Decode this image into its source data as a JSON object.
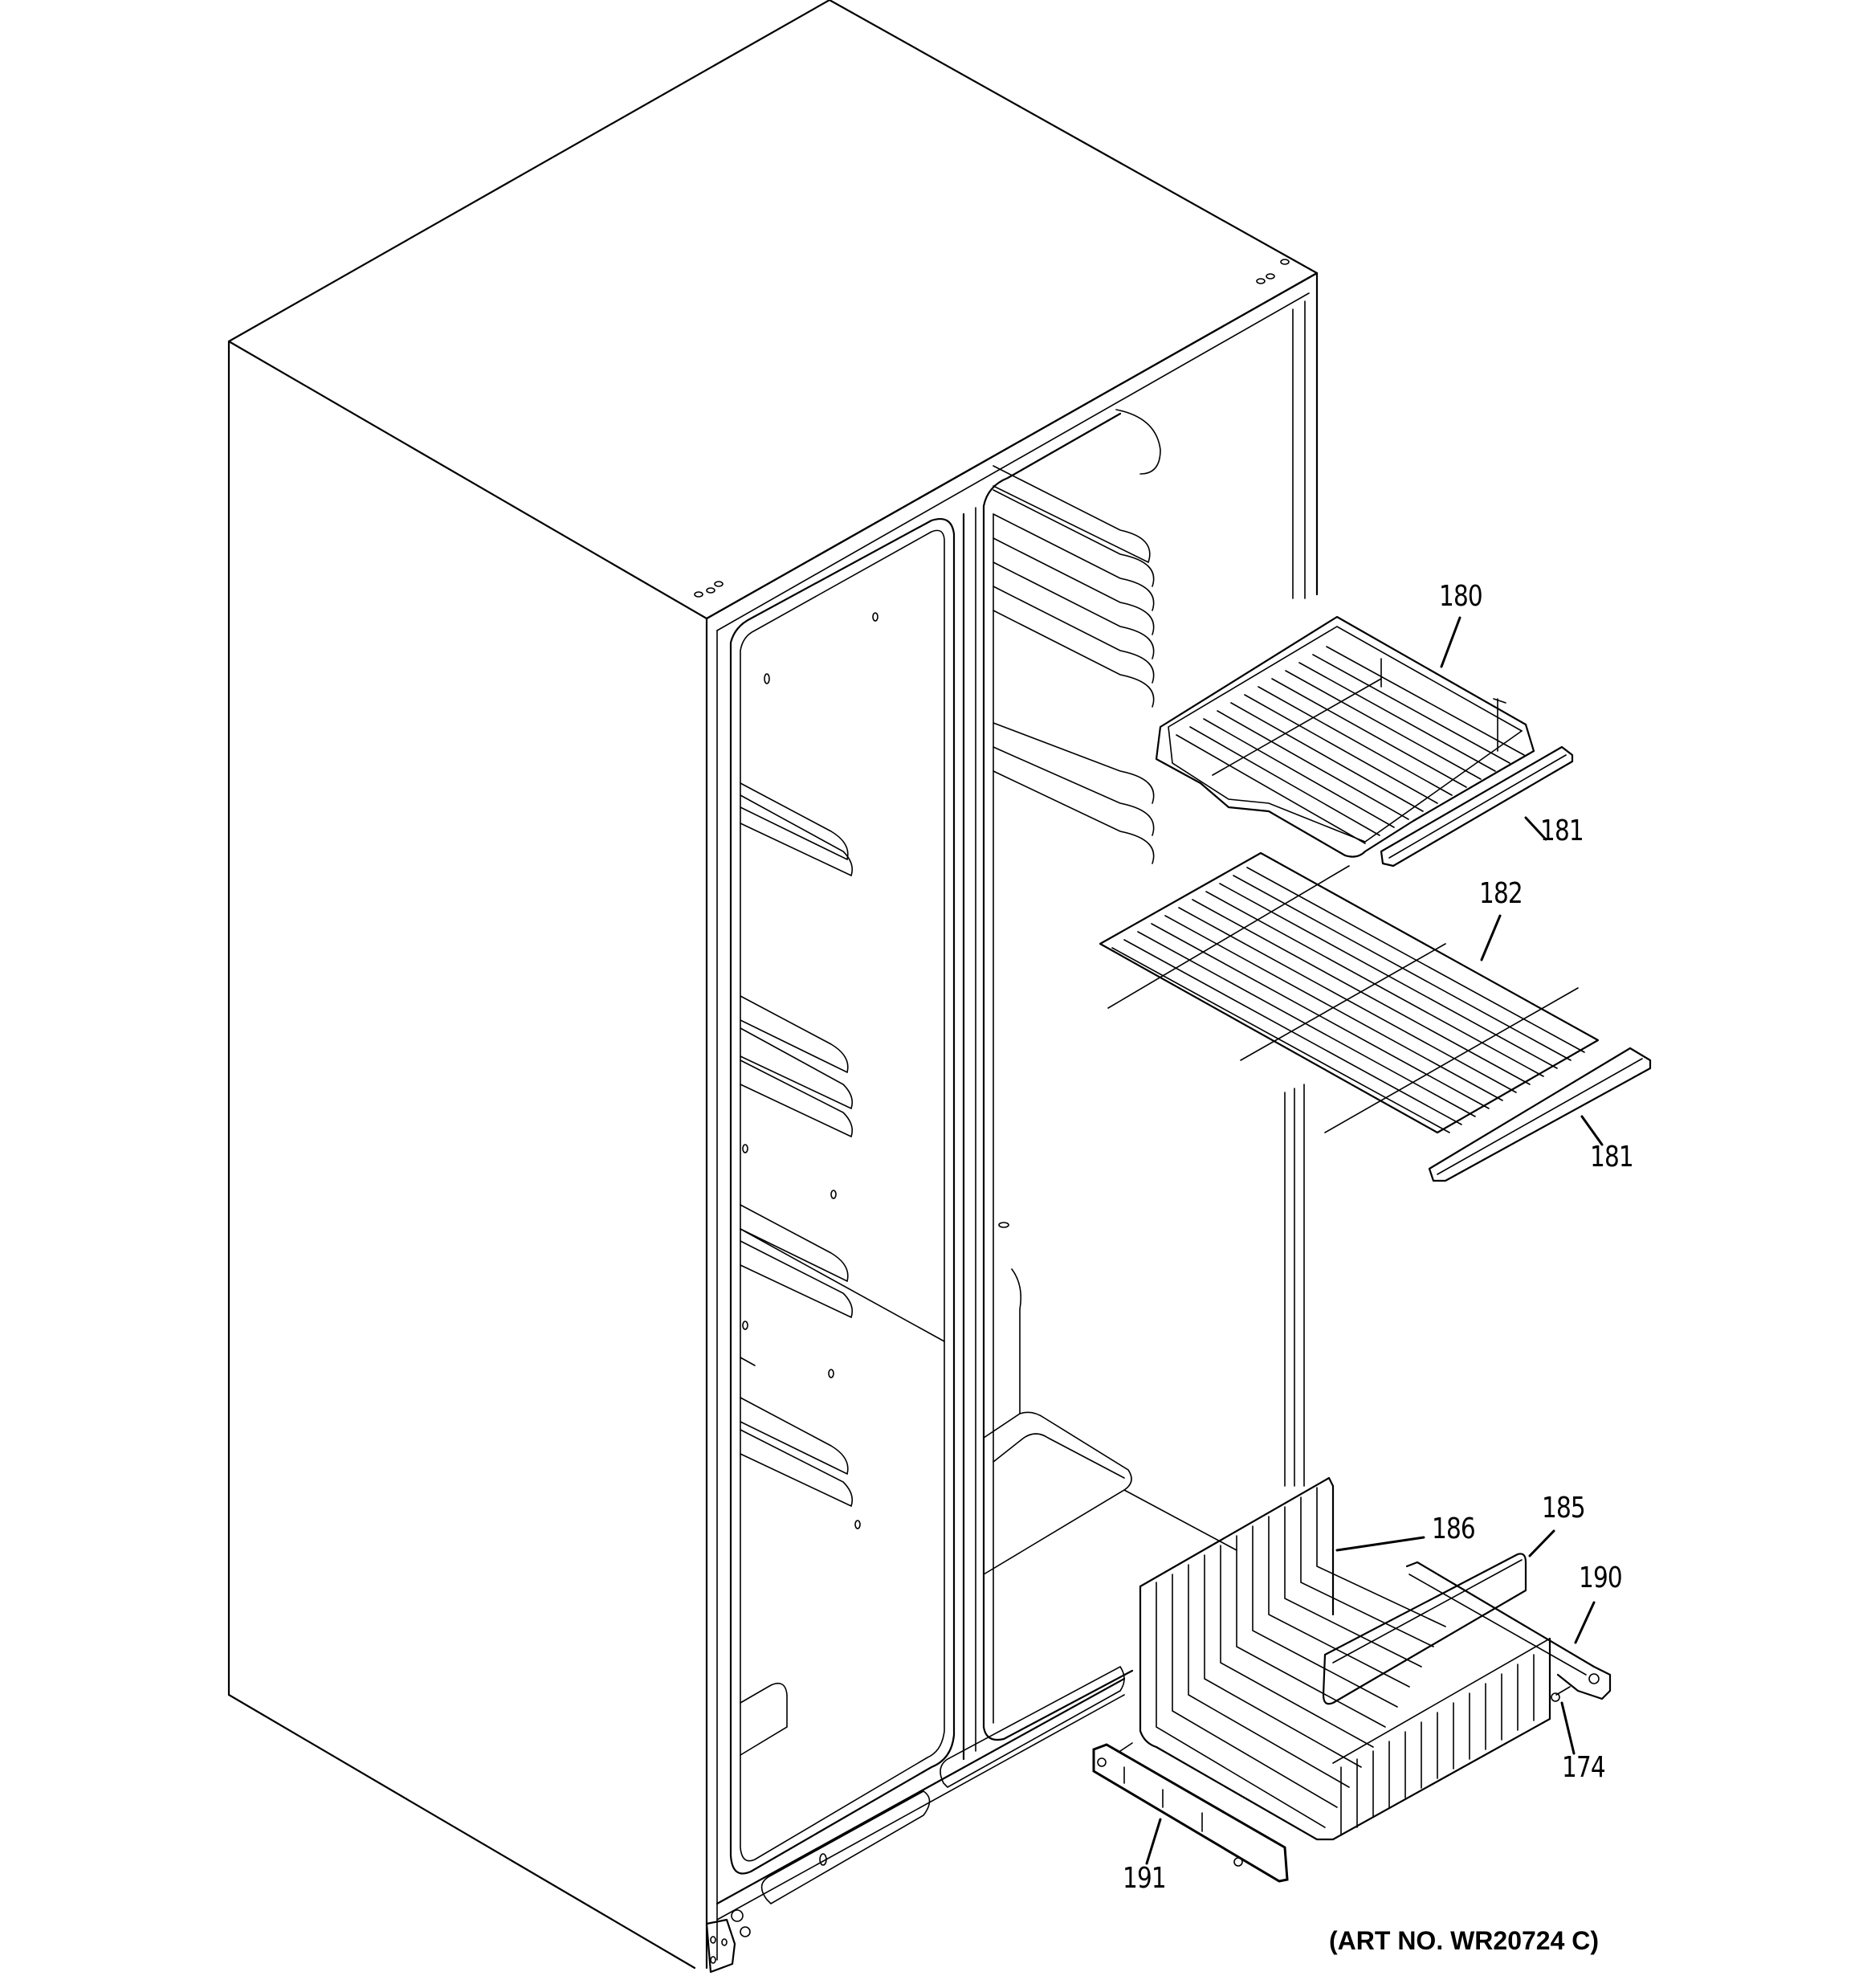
{
  "diagram": {
    "subject": "Side-by-side refrigerator cabinet with freezer shelves and basket (exploded parts view)",
    "art_number": "(ART NO. WR20724 C)",
    "colors": {
      "line": "#000000",
      "background": "#ffffff"
    },
    "callouts": [
      {
        "id": "180",
        "label": "180",
        "part": "freezer wire shelf (upper)"
      },
      {
        "id": "181a",
        "label": "181",
        "part": "shelf front trim (upper)"
      },
      {
        "id": "182",
        "label": "182",
        "part": "freezer wire shelf (lower)"
      },
      {
        "id": "181b",
        "label": "181",
        "part": "shelf front trim (lower)"
      },
      {
        "id": "186",
        "label": "186",
        "part": "freezer wire basket"
      },
      {
        "id": "185",
        "label": "185",
        "part": "basket front trim"
      },
      {
        "id": "190",
        "label": "190",
        "part": "basket slide rail"
      },
      {
        "id": "174",
        "label": "174",
        "part": "screw"
      },
      {
        "id": "191",
        "label": "191",
        "part": "basket slide bracket (left)"
      }
    ]
  }
}
